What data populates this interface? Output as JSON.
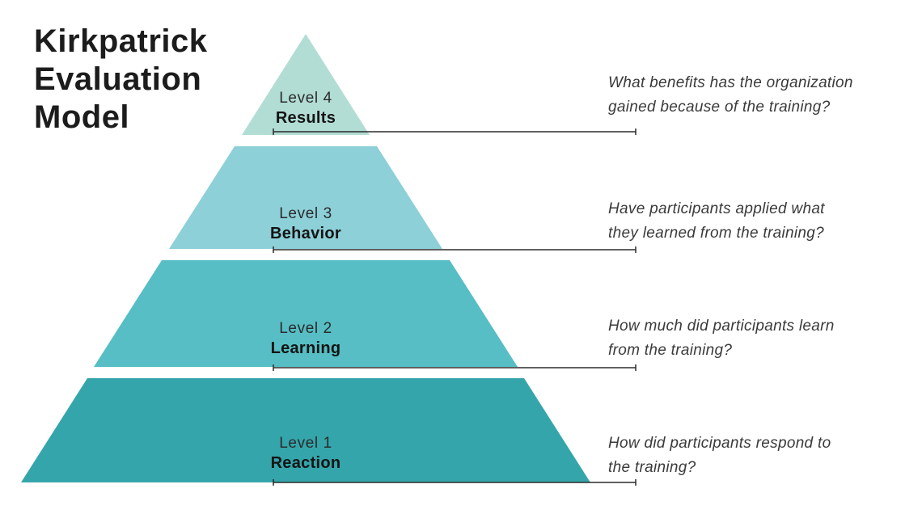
{
  "title": "Kirkpatrick Evaluation Model",
  "line_color": "#2b2b2b",
  "levels": [
    {
      "level_label": "Level 4",
      "name": "Results",
      "color": "#b2ddd4",
      "question": "What benefits has the organization gained because of the training?",
      "question_lines": [
        "What benefits has the organization",
        "gained because of the training?"
      ]
    },
    {
      "level_label": "Level 3",
      "name": "Behavior",
      "color": "#8dd0d8",
      "question": "Have participants applied what they learned from the training?",
      "question_lines": [
        "Have participants applied what",
        "they learned from the training?"
      ]
    },
    {
      "level_label": "Level 2",
      "name": "Learning",
      "color": "#56bec4",
      "question": "How much did participants learn from the training?",
      "question_lines": [
        "How much did participants learn",
        "from the training?"
      ]
    },
    {
      "level_label": "Level 1",
      "name": "Reaction",
      "color": "#34a5ab",
      "question": "How did participants respond to the training?",
      "question_lines": [
        "How did participants respond to",
        "the training?"
      ]
    }
  ]
}
